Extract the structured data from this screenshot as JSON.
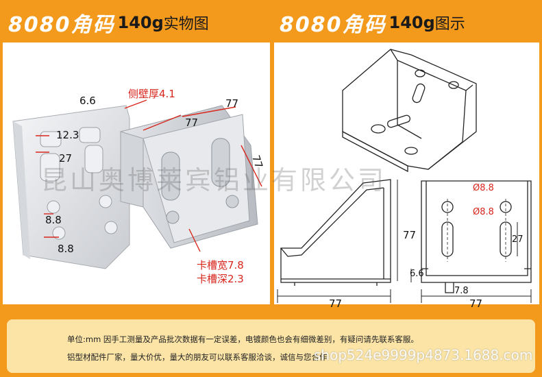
{
  "left_panel": {
    "brand": "8080角码",
    "weight": "140g",
    "suffix": "实物图"
  },
  "right_panel": {
    "brand": "8080角码",
    "weight": "140g",
    "suffix": "图示"
  },
  "photo_labels": {
    "top_thickness": "6.6",
    "side_wall": "侧壁厚4.1",
    "top_width": "77",
    "top_depth": "77",
    "side_height": "77",
    "slot_w": "12.3",
    "slot_l": "27",
    "hole_a": "8.8",
    "hole_b": "8.8",
    "groove_w": "卡槽宽7.8",
    "groove_d": "卡槽深2.3"
  },
  "drawing_labels": {
    "side_height": "77",
    "side_width": "77",
    "front_width": "77",
    "hole_top": "Ø8.8",
    "hole_mid": "Ø8.8",
    "slot_len": "27",
    "base_thick": "6.6",
    "groove": "7.8"
  },
  "watermark": "昆山奥博莱宾铝业有限公司",
  "notes": {
    "line1": "单位:mm 因手工测量及产品批次数据有一定误差，电镀颜色也会有细微差别，有疑问请先联系客服。",
    "line2": "铝型材配件厂家，量大价优，量大的朋友可以联系客服洽谈，诚信与您合作"
  },
  "shop": "shop524e9999p4873.1688.com",
  "colors": {
    "frame": "#f39a1d",
    "note_bg": "#fbe4a6",
    "dim_red": "#d9261c"
  }
}
